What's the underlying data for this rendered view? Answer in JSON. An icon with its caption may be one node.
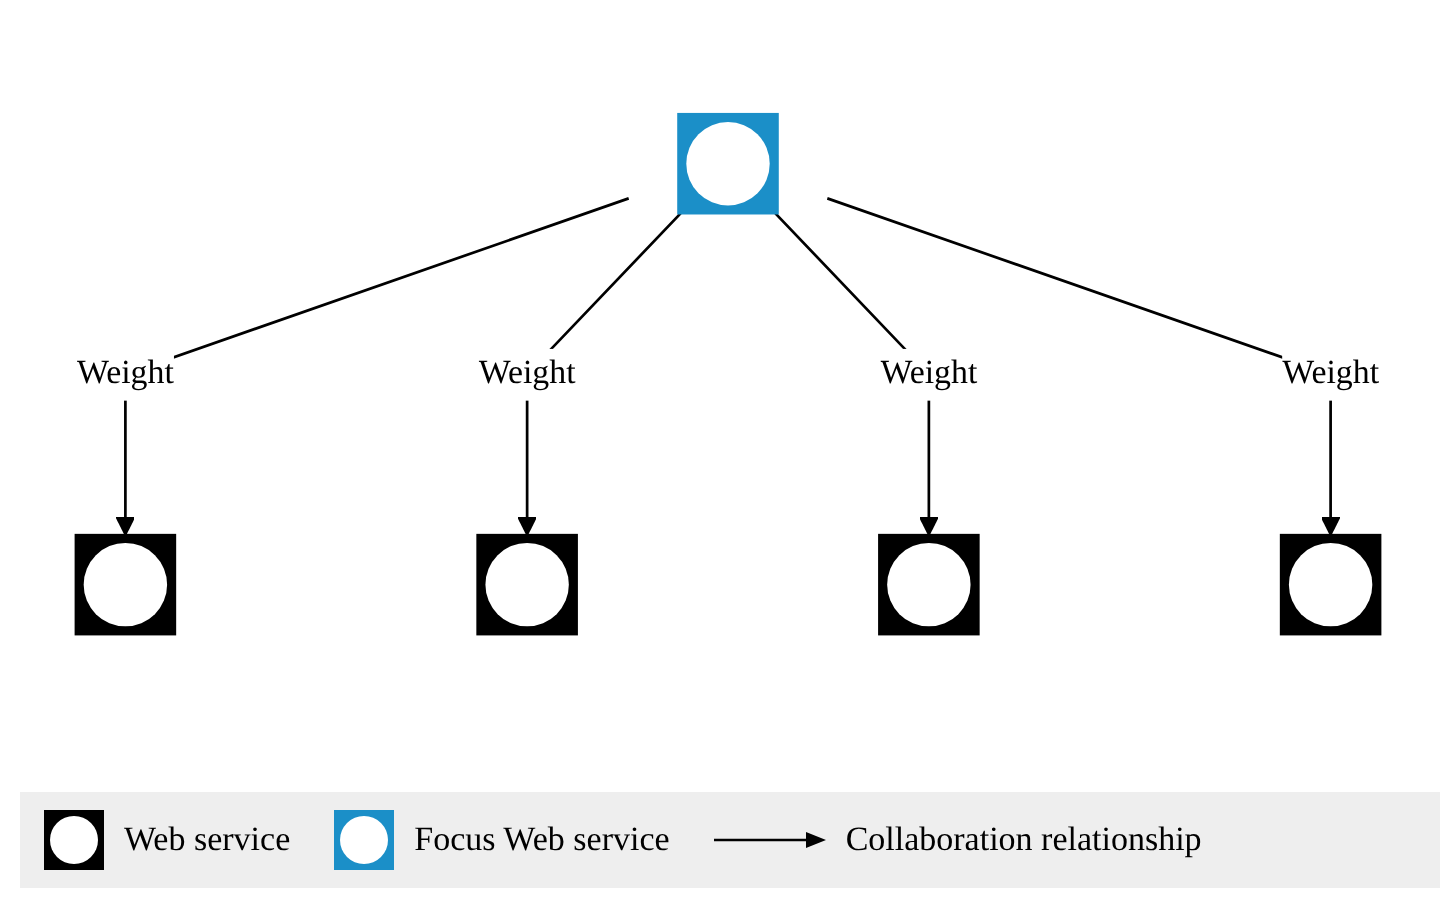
{
  "diagram": {
    "nodes": [
      {
        "text": [],
        "shape": "box"
      },
      {
        "text": [],
        "shape": "box"
      },
      {
        "text": [],
        "shape": "box"
      },
      {
        "text": [],
        "shape": "box"
      },
      {
        "text": [],
        "shape": "box"
      }
    ],
    "edges": [
      {
        "from": 0,
        "to": 1,
        "arrow": "to",
        "label": "Weight"
      },
      {
        "from": 0,
        "to": 2,
        "arrow": "to",
        "label": "Weight"
      },
      {
        "from": 0,
        "to": 3,
        "arrow": "to",
        "label": "Weight"
      },
      {
        "from": 0,
        "to": 4,
        "arrow": "to",
        "label": "Weight"
      }
    ],
    "legend": [
      {
        "text": "Web service"
      },
      {
        "text": "Focus Web service"
      },
      {
        "text": "Collaboration relationship"
      }
    ]
  }
}
